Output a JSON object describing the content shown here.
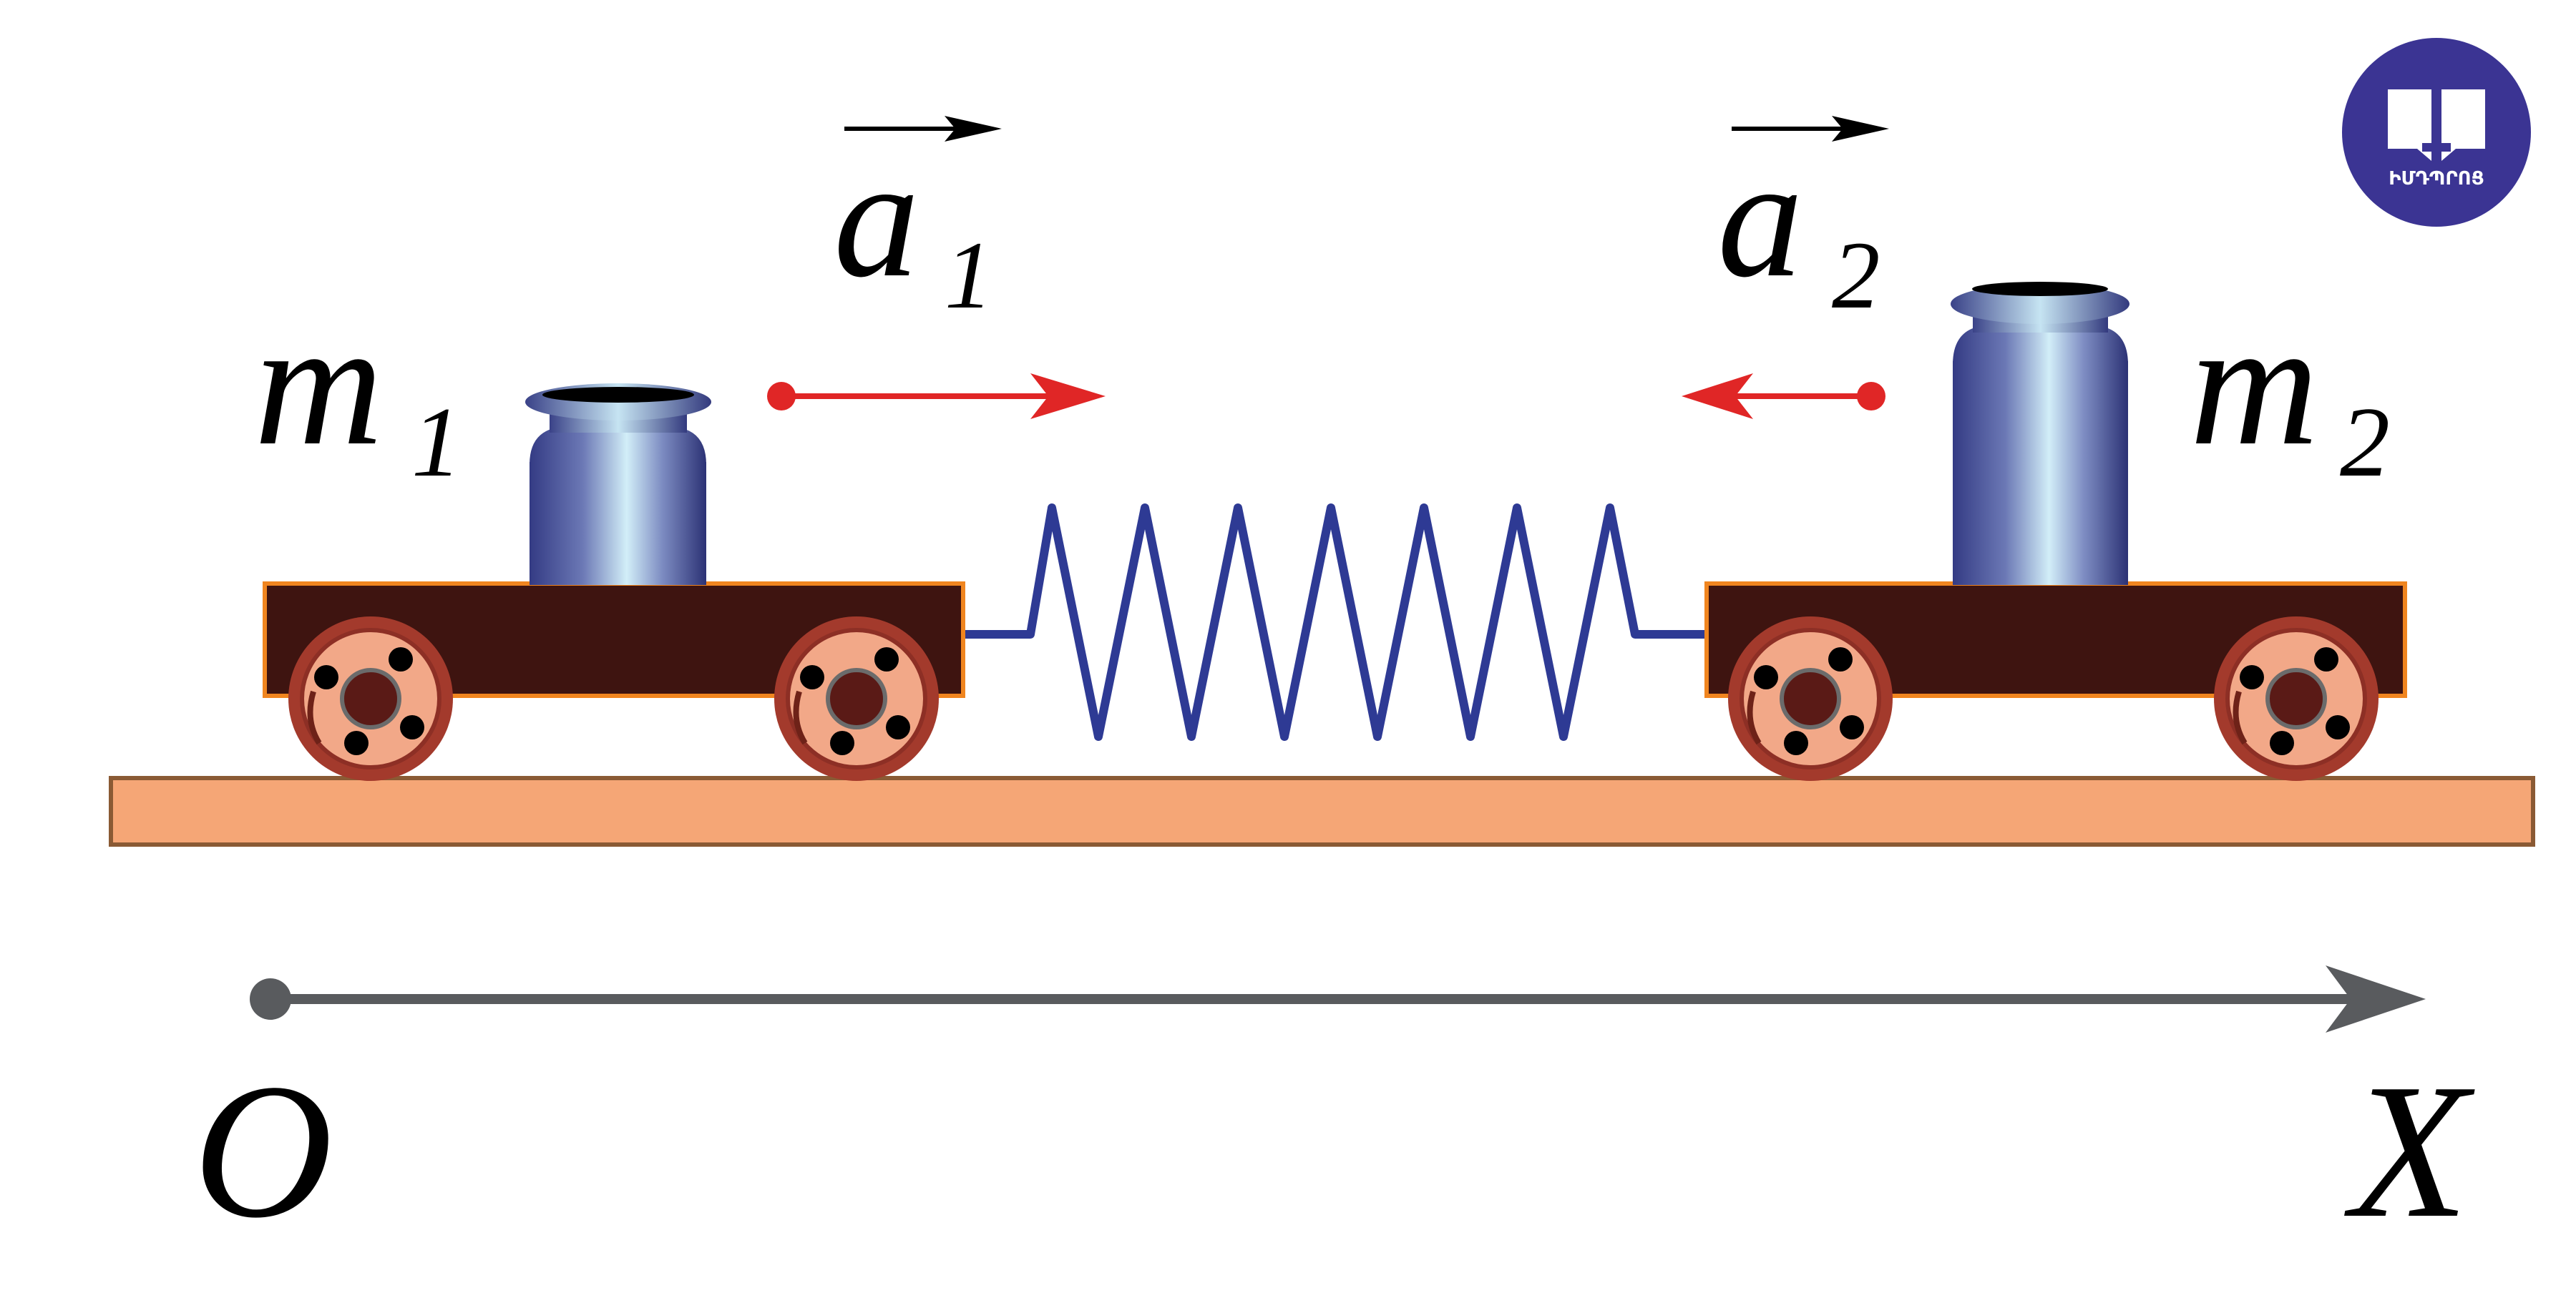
{
  "labels": {
    "mass1": "m",
    "mass1_sub": "1",
    "mass2": "m",
    "mass2_sub": "2",
    "accel1": "a",
    "accel1_sub": "1",
    "accel2": "a",
    "accel2_sub": "2",
    "origin": "O",
    "axis": "X"
  },
  "logo": {
    "text": "ԻՄԴՊՐՈՑ",
    "icon": "open-book-icon"
  },
  "colors": {
    "accel_arrow": "#e02626",
    "spring": "#2e3a94",
    "axis": "#595b5e",
    "ground": "#f5a676",
    "ground_border": "#8a5a34",
    "cart_body": "#3e1410",
    "cart_border": "#f0851f",
    "wheel_outer": "#a33a2c",
    "wheel_inner": "#f2a888",
    "logo_bg": "#3b3493"
  }
}
